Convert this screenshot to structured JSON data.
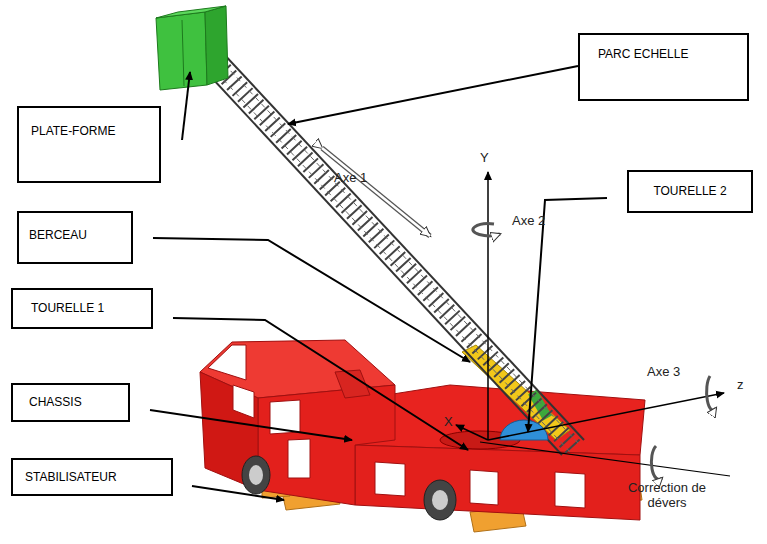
{
  "diagram": {
    "nodes": [
      {
        "text": [
          "PARC ECHELLE"
        ]
      },
      {
        "text": [
          "PLATE-FORME"
        ]
      },
      {
        "text": [
          "TOURELLE 2"
        ]
      },
      {
        "text": [
          "BERCEAU"
        ]
      },
      {
        "text": [
          "TOURELLE 1"
        ]
      },
      {
        "text": [
          "CHASSIS"
        ]
      },
      {
        "text": [
          "STABILISATEUR"
        ]
      }
    ],
    "labels": [
      "Axe 1",
      "Axe 2",
      "Axe 3",
      "Y",
      "X",
      "z",
      "Correction de dévers"
    ]
  }
}
